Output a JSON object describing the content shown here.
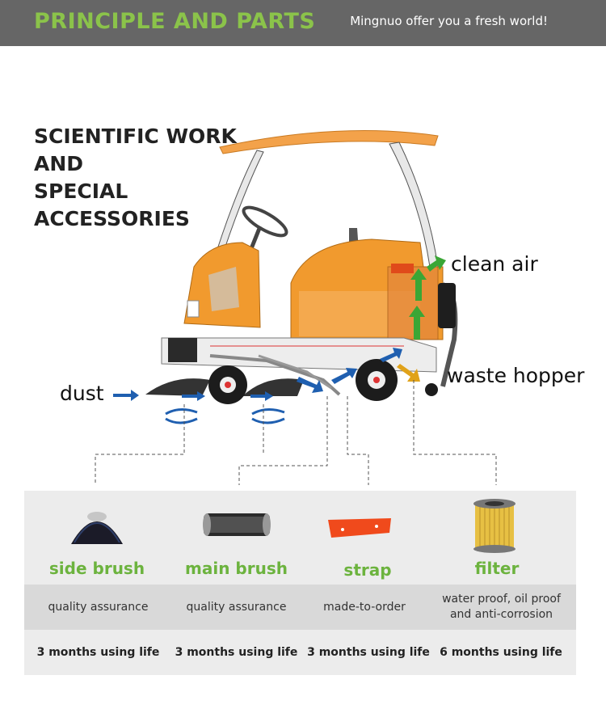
{
  "header": {
    "title": "PRINCIPLE AND PARTS",
    "tagline": "Mingnuo offer you a fresh world!",
    "bg_color": "#666666",
    "title_color": "#8bc34a"
  },
  "headline": {
    "lines": [
      "SCIENTIFIC WORK",
      "AND",
      "SPECIAL",
      "ACCESSORIES"
    ]
  },
  "diagram": {
    "labels": {
      "clean_air": "clean air",
      "waste_hopper": "waste hopper",
      "dust": "dust"
    },
    "machine_colors": {
      "body": "#f19a2e",
      "canopy": "#f3a24a",
      "frame": "#2a2a2a"
    }
  },
  "parts": [
    {
      "name": "side brush",
      "icon": "side-brush-icon",
      "description": "quality assurance",
      "life": "3 months using life"
    },
    {
      "name": "main brush",
      "icon": "main-brush-icon",
      "description": "quality assurance",
      "life": "3 months using life"
    },
    {
      "name": "strap",
      "icon": "strap-icon",
      "description": "made-to-order",
      "life": "3 months using life"
    },
    {
      "name": "filter",
      "icon": "filter-icon",
      "description": "water proof, oil proof and anti-corrosion",
      "life": "6 months using life"
    }
  ]
}
